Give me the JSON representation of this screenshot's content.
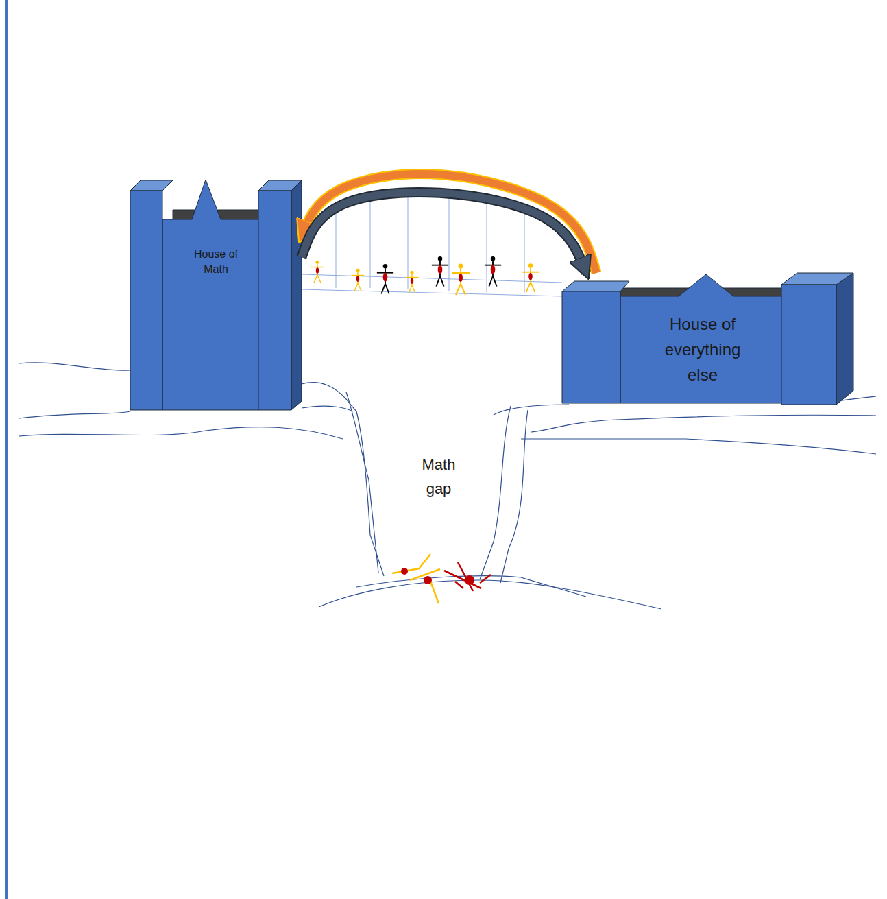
{
  "diagram": {
    "nodes": [
      {
        "text": [
          "House of Math"
        ]
      },
      {
        "text": [
          "House of everything else"
        ]
      }
    ],
    "edges": [
      {
        "from": 1,
        "to": 0,
        "arrow": "to"
      },
      {
        "from": 0,
        "to": 1,
        "arrow": "to"
      }
    ],
    "labels": [
      "Math gap"
    ]
  }
}
